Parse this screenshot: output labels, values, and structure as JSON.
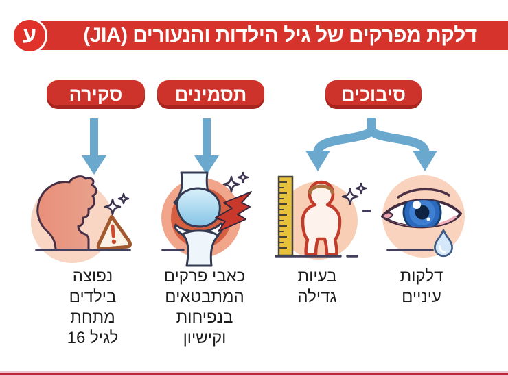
{
  "header": {
    "title": "דלקת מפרקים של גיל הילדות והנעורים (JIA)",
    "logo_letter": "ע"
  },
  "pills": [
    {
      "id": "overview",
      "label": "סקירה"
    },
    {
      "id": "symptoms",
      "label": "תסמינים"
    },
    {
      "id": "complications",
      "label": "סיבוכים"
    }
  ],
  "items": [
    {
      "icon": "child-head-warning-icon",
      "caption": "נפוצה\nבילדים\nמתחת\nלגיל 16"
    },
    {
      "icon": "knee-joint-inflammation-icon",
      "caption": "כאבי פרקים\nהמתבטאים\nבנפיחות\nוקישיון"
    },
    {
      "icon": "growth-ruler-child-icon",
      "caption": "בעיות\nגדילה"
    },
    {
      "icon": "eye-tear-icon",
      "caption": "דלקות\nעיניים"
    }
  ],
  "colors": {
    "banner_red": "#d6332c",
    "logo_red": "#e0322a",
    "pill_red": "#ce332b",
    "arrow_blue": "#6ba8ce",
    "outline_dark": "#43405c",
    "text_dark": "#1c1c1c",
    "strip_pink": "#f3c3d2",
    "strip_red": "#c02634"
  }
}
